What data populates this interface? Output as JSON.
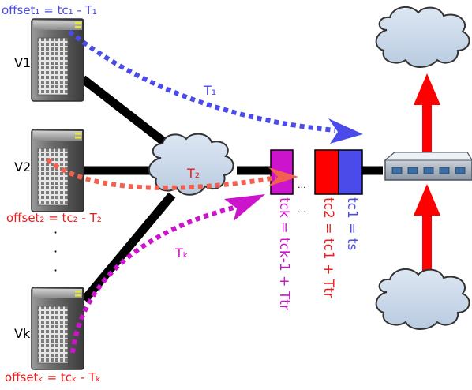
{
  "colors": {
    "blue": "#4b4bea",
    "red": "#ee1c1c",
    "magenta": "#cc14cc",
    "salmon": "#f2604f",
    "black": "#000000",
    "cloud_fill": "#cbd9e9",
    "arrow_red": "#ff0000"
  },
  "servers": [
    {
      "label": "V1",
      "offset_text": "offset₁ = tc₁ - T₁"
    },
    {
      "label": "V2",
      "offset_text": "offset₂ = tc₂ - T₂"
    },
    {
      "label": "Vk",
      "offset_text": "offsetₖ = tcₖ - Tₖ"
    }
  ],
  "ellipsis_dots": "·\n·\n·",
  "flows": [
    {
      "label": "T₁"
    },
    {
      "label": "T₂"
    },
    {
      "label": "Tₖ"
    }
  ],
  "queue": {
    "gap_dots": "...",
    "slots": [
      {
        "name": "tck",
        "equation": "tck = tck-1 + Ttr"
      },
      {
        "name": "tc2",
        "equation": "tc2 = tc1 + Ttr"
      },
      {
        "name": "tc1",
        "equation": "tc1 = ts"
      }
    ]
  }
}
